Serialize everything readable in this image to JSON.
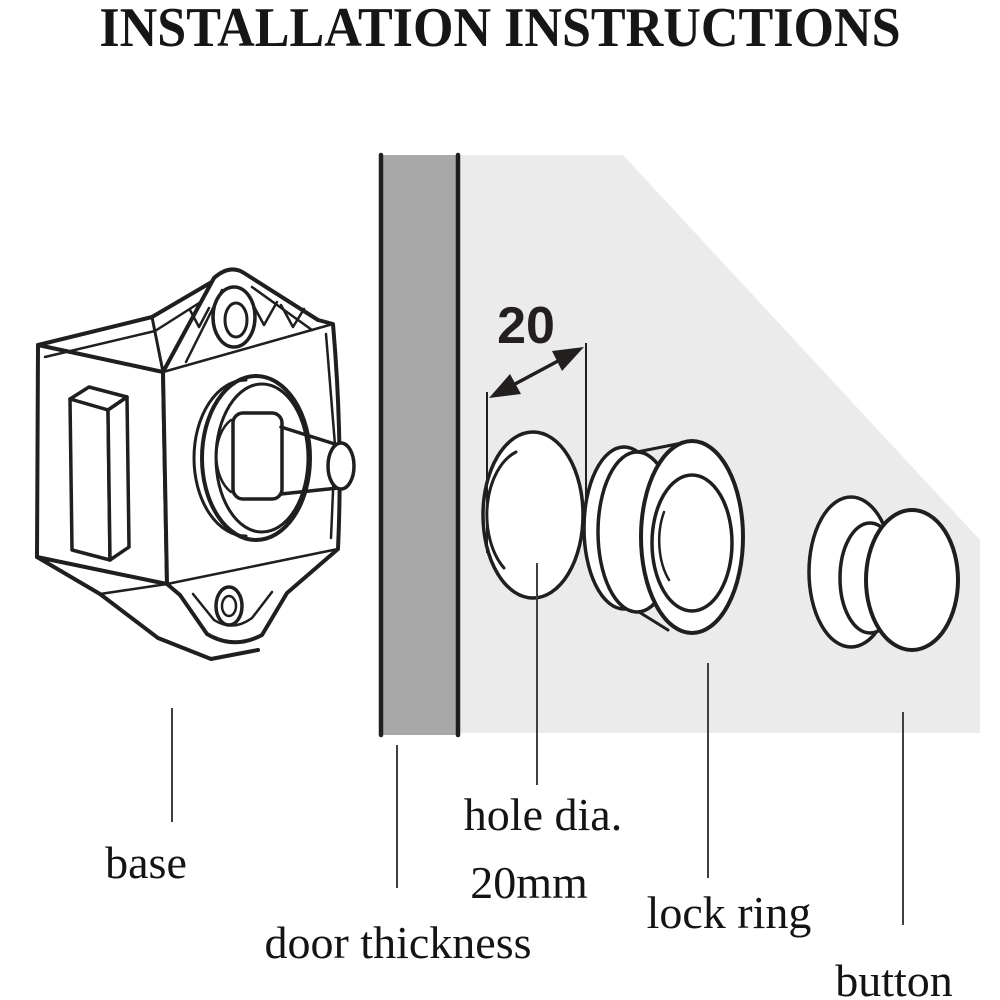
{
  "title": "INSTALLATION INSTRUCTIONS",
  "dimension": {
    "value": "20"
  },
  "labels": {
    "base": "base",
    "door_thickness": "door thickness",
    "hole_dia_line1": "hole dia.",
    "hole_dia_line2": "20mm",
    "lock_ring": "lock ring",
    "button": "button"
  },
  "colors": {
    "background": "#ffffff",
    "door_fill": "#a8a8a8",
    "wall_fill": "#ebebeb",
    "outline": "#1f1f1f",
    "leader": "#3f3f3f",
    "dimension": "#231f1f",
    "text": "#141414"
  }
}
